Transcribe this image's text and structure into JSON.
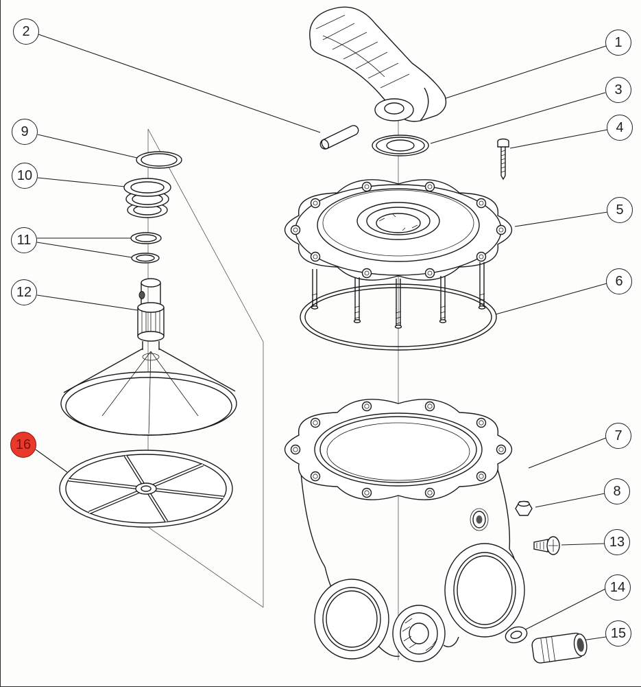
{
  "diagram": {
    "kind": "exploded-parts-diagram",
    "subject": "multiport-valve"
  },
  "colors": {
    "line": "#1a1a1a",
    "background": "#fdfdfc",
    "highlight_fill": "#e8392c",
    "highlight_border": "#8c1410",
    "highlight_text": "#7a100c"
  },
  "callouts": {
    "c1": {
      "label": "1",
      "highlighted": false
    },
    "c2": {
      "label": "2",
      "highlighted": false
    },
    "c3": {
      "label": "3",
      "highlighted": false
    },
    "c4": {
      "label": "4",
      "highlighted": false
    },
    "c5": {
      "label": "5",
      "highlighted": false
    },
    "c6": {
      "label": "6",
      "highlighted": false
    },
    "c7": {
      "label": "7",
      "highlighted": false
    },
    "c8": {
      "label": "8",
      "highlighted": false
    },
    "c9": {
      "label": "9",
      "highlighted": false
    },
    "c10": {
      "label": "10",
      "highlighted": false
    },
    "c11": {
      "label": "11",
      "highlighted": false
    },
    "c12": {
      "label": "12",
      "highlighted": false
    },
    "c13": {
      "label": "13",
      "highlighted": false
    },
    "c14": {
      "label": "14",
      "highlighted": false
    },
    "c15": {
      "label": "15",
      "highlighted": false
    },
    "c16": {
      "label": "16",
      "highlighted": true
    }
  }
}
